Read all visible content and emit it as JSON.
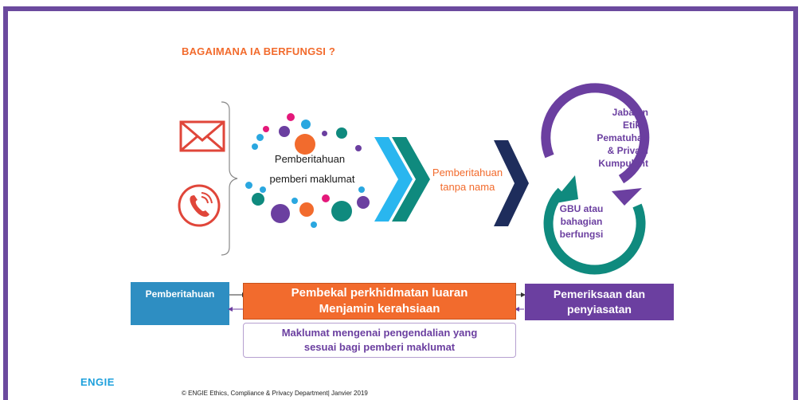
{
  "title": "BAGAIMANA IA BERFUNGSI ?",
  "icons": {
    "mail": "envelope-icon",
    "phone": "phone-icon"
  },
  "colors": {
    "frame": "#6b4a9e",
    "orange": "#f26b2d",
    "purple": "#6b3fa0",
    "blue": "#2e8ec2",
    "teal": "#0f8a7e",
    "navy": "#1e2d5c"
  },
  "cloud": {
    "line1": "Pemberitahuan",
    "line2": "pemberi maklumat"
  },
  "anonymous": {
    "line1": "Pemberitahuan",
    "line2": "tanpa nama"
  },
  "ethics": {
    "lines": [
      "Jabatan",
      "Etika,",
      "Pematuhan",
      "& Privasi",
      "Kumpulant"
    ]
  },
  "gbu": {
    "lines": [
      "GBU atau",
      "bahagian",
      "berfungsi"
    ]
  },
  "flow": {
    "notify": "Pemberitahuan",
    "provider": {
      "line1": "Pembekal perkhidmatan luaran",
      "line2": "Menjamin kerahsiaan"
    },
    "inquiry": {
      "line1": "Pemeriksaan dan",
      "line2": "penyiasatan"
    },
    "info": {
      "line1": "Maklumat mengenai pengendalian yang",
      "line2": "sesuai bagi pemberi maklumat"
    }
  },
  "logo": "ENGIE",
  "footer": "© ENGIE Ethics, Compliance & Privacy Department| Janvier 2019"
}
